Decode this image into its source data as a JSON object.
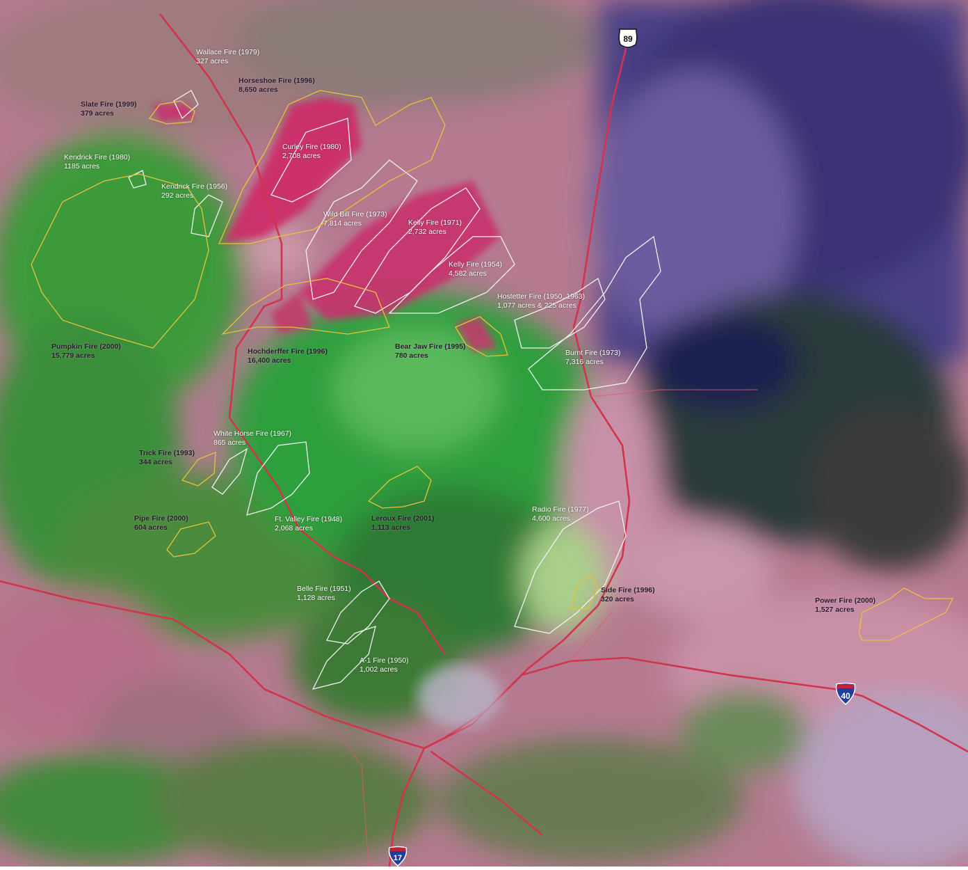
{
  "map": {
    "highways": [
      {
        "id": "us89",
        "label": "89"
      },
      {
        "id": "i40",
        "label": "40"
      },
      {
        "id": "i17",
        "label": "17"
      }
    ],
    "fires": [
      {
        "id": "wallace",
        "name": "Wallace Fire (1979)",
        "acres": "327 acres",
        "style": "white"
      },
      {
        "id": "horseshoe",
        "name": "Horseshoe Fire (1996)",
        "acres": "8,650 acres",
        "style": "dark"
      },
      {
        "id": "slate",
        "name": "Slate Fire (1999)",
        "acres": "379 acres",
        "style": "dark"
      },
      {
        "id": "kendrick1980",
        "name": "Kendrick Fire (1980)",
        "acres": "1185 acres",
        "style": "white"
      },
      {
        "id": "curley",
        "name": "Curley Fire (1980)",
        "acres": "2,708 acres",
        "style": "white"
      },
      {
        "id": "kendrick1956",
        "name": "Kendrick Fire (1956)",
        "acres": "292 acres",
        "style": "white"
      },
      {
        "id": "wildbill",
        "name": "Wild Bill Fire (1973)",
        "acres": "7,814 acres",
        "style": "white"
      },
      {
        "id": "kelly1971",
        "name": "Kelly Fire (1971)",
        "acres": "2,732 acres",
        "style": "white"
      },
      {
        "id": "kelly1954",
        "name": "Kelly Fire (1954)",
        "acres": "4,582 acres",
        "style": "white"
      },
      {
        "id": "hostetter",
        "name": "Hostetter Fire (1950, 1963)",
        "acres": "1,077 acres & 225 acres",
        "style": "white"
      },
      {
        "id": "pumpkin",
        "name": "Pumpkin Fire (2000)",
        "acres": "15,779 acres",
        "style": "dark"
      },
      {
        "id": "hochderffer",
        "name": "Hochderffer Fire (1996)",
        "acres": "16,400 acres",
        "style": "dark"
      },
      {
        "id": "bearjaw",
        "name": "Bear Jaw Fire (1995)",
        "acres": "780 acres",
        "style": "dark"
      },
      {
        "id": "burnt",
        "name": "Burnt Fire (1973)",
        "acres": "7,316 acres",
        "style": "white"
      },
      {
        "id": "whitehorse",
        "name": "White Horse Fire (1967)",
        "acres": "865 acres",
        "style": "white"
      },
      {
        "id": "trick",
        "name": "Trick Fire (1993)",
        "acres": "344 acres",
        "style": "dark"
      },
      {
        "id": "pipe",
        "name": "Pipe Fire (2000)",
        "acres": "604 acres",
        "style": "dark"
      },
      {
        "id": "ftvalley",
        "name": "Ft. Valley Fire (1948)",
        "acres": "2,068 acres",
        "style": "white"
      },
      {
        "id": "leroux",
        "name": "Leroux Fire (2001)",
        "acres": "1,113 acres",
        "style": "dark"
      },
      {
        "id": "radio",
        "name": "Radio Fire (1977)",
        "acres": "4,600 acres",
        "style": "white"
      },
      {
        "id": "belle",
        "name": "Belle Fire (1951)",
        "acres": "1,128 acres",
        "style": "white"
      },
      {
        "id": "side",
        "name": "Side Fire (1996)",
        "acres": "320 acres",
        "style": "dark"
      },
      {
        "id": "power",
        "name": "Power Fire (2000)",
        "acres": "1,527 acres",
        "style": "dark"
      },
      {
        "id": "a1",
        "name": "A-1 Fire (1950)",
        "acres": "1,002 acres",
        "style": "white"
      }
    ],
    "colors": {
      "recent_fire_outline": "#e8c23a",
      "historic_fire_outline": "#f2f2f2",
      "highway": "#d2334d",
      "burn_scar": "#d0306a",
      "forest": "#3fa23a",
      "grassland": "#c58aa3",
      "lava_field": "#3b2f6b"
    }
  }
}
